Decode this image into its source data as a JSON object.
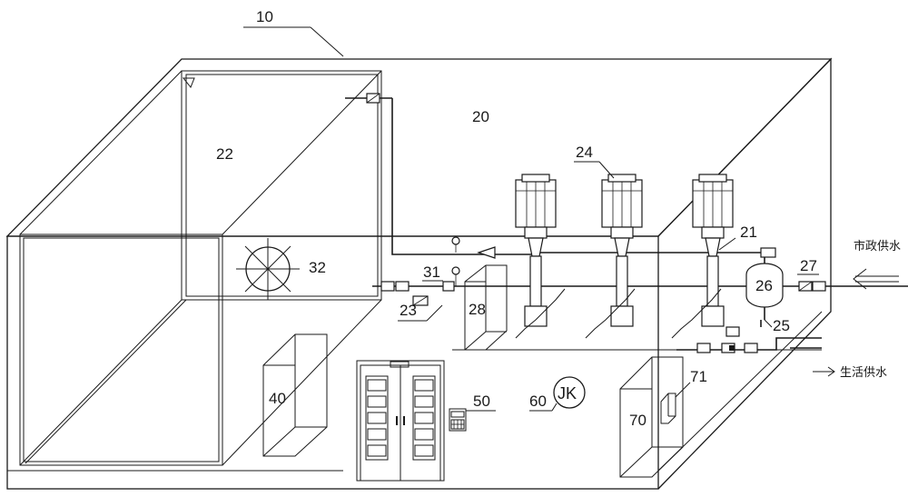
{
  "labels": {
    "room": "10",
    "pump_room": "20",
    "outlet_pipe": "21",
    "water_tank": "22",
    "valve": "23",
    "pump": "24",
    "pressure_tank_pipe": "25",
    "pressure_tank": "26",
    "inlet_valve": "27",
    "sterilizer": "28",
    "inlet_pipe": "31",
    "exhaust_fan": "32",
    "cabinet": "40",
    "keypad": "50",
    "monitor": "60",
    "control_box": "70",
    "control_panel": "71"
  },
  "monitor_symbol": "JK",
  "text": {
    "municipal_supply": "市政供水",
    "domestic_supply": "生活供水"
  }
}
